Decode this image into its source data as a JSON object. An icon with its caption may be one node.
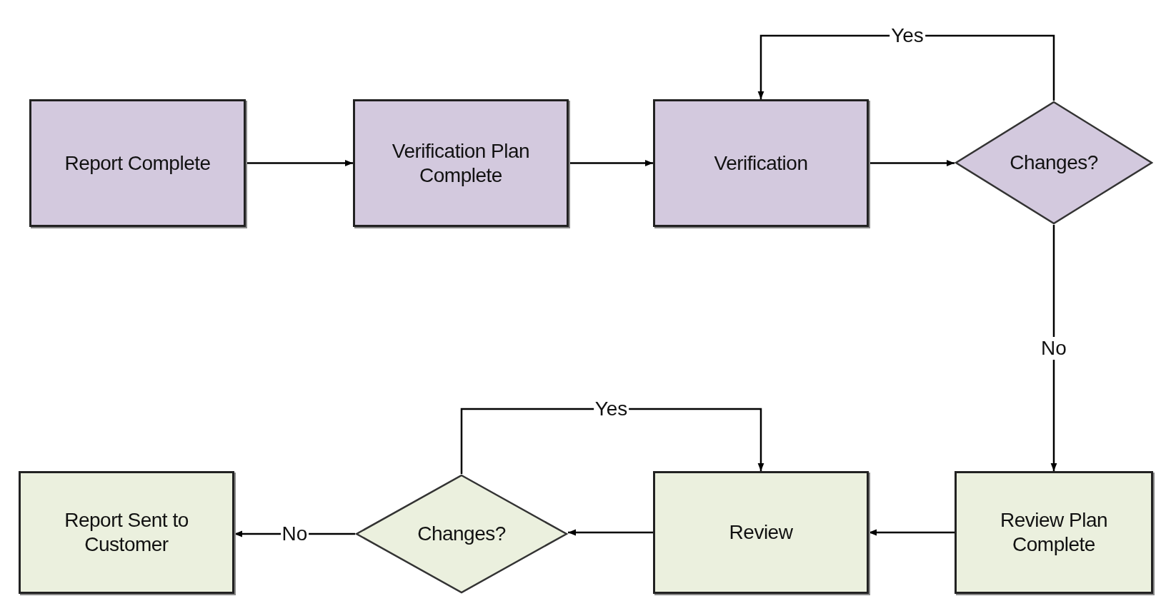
{
  "diagram": {
    "nodes": [
      {
        "text": [
          "Report Complete"
        ]
      },
      {
        "text": [
          "Verification Plan Complete"
        ]
      },
      {
        "text": [
          "Verification"
        ]
      },
      {
        "text": [
          "Changes?"
        ]
      },
      {
        "text": [
          "Review Plan Complete"
        ]
      },
      {
        "text": [
          "Review"
        ]
      },
      {
        "text": [
          "Changes?"
        ]
      },
      {
        "text": [
          "Report Sent to Customer"
        ]
      }
    ],
    "edges": [
      {
        "from": 0,
        "to": 1,
        "arrow": "to"
      },
      {
        "from": 1,
        "to": 2,
        "arrow": "to"
      },
      {
        "from": 2,
        "to": 3,
        "arrow": "to"
      },
      {
        "from": 3,
        "to": 2,
        "arrow": "to",
        "label": "Yes"
      },
      {
        "from": 3,
        "to": 4,
        "arrow": "to",
        "label": "No"
      },
      {
        "from": 4,
        "to": 5,
        "arrow": "to"
      },
      {
        "from": 5,
        "to": 6,
        "arrow": "to"
      },
      {
        "from": 6,
        "to": 5,
        "arrow": "to",
        "label": "Yes"
      },
      {
        "from": 6,
        "to": 7,
        "arrow": "to",
        "label": "No"
      }
    ]
  }
}
